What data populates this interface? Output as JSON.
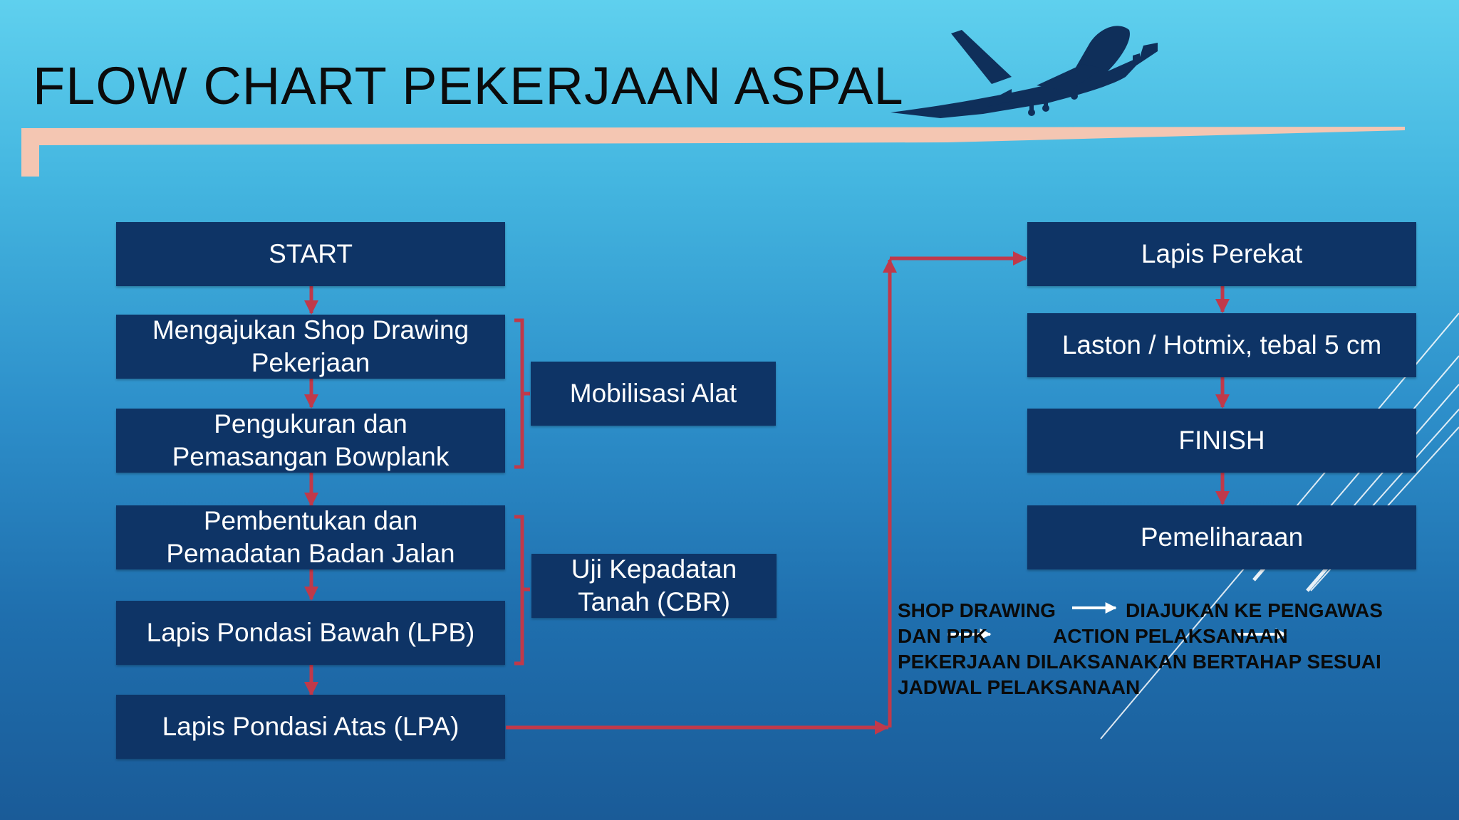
{
  "slide": {
    "title": "FLOW CHART PEKERJAAN ASPAL",
    "accent_color": "#f4c6b2",
    "box_color": "#0e3466",
    "arrow_color": "#c0394a",
    "decoration": "airplane-silhouette"
  },
  "left_column": [
    {
      "id": "start",
      "lines": [
        "START"
      ]
    },
    {
      "id": "shop-drawing",
      "lines": [
        "Mengajukan Shop Drawing",
        "Pekerjaan"
      ]
    },
    {
      "id": "pengukuran",
      "lines": [
        "Pengukuran dan",
        "Pemasangan Bowplank"
      ]
    },
    {
      "id": "pembentukan",
      "lines": [
        "Pembentukan dan",
        "Pemadatan Badan Jalan"
      ]
    },
    {
      "id": "lpb",
      "lines": [
        "Lapis Pondasi Bawah (LPB)"
      ]
    },
    {
      "id": "lpa",
      "lines": [
        "Lapis Pondasi Atas (LPA)"
      ]
    }
  ],
  "side_boxes": [
    {
      "id": "mobilisasi",
      "lines": [
        "Mobilisasi Alat"
      ]
    },
    {
      "id": "uji",
      "lines": [
        "Uji Kepadatan",
        "Tanah (CBR)"
      ]
    }
  ],
  "right_column": [
    {
      "id": "lapis-perekat",
      "lines": [
        "Lapis Perekat"
      ]
    },
    {
      "id": "laston",
      "lines": [
        "Laston / Hotmix, tebal 5 cm"
      ]
    },
    {
      "id": "finish",
      "lines": [
        "FINISH"
      ]
    },
    {
      "id": "pemeliharaan",
      "lines": [
        "Pemeliharaan"
      ]
    }
  ],
  "note": {
    "line1_a": "SHOP DRAWING",
    "line1_b": "DIAJUKAN KE PENGAWAS",
    "line2_a": "DAN PPK",
    "line2_b": "ACTION PELAKSANAAN",
    "line3": "PEKERJAAN DILAKSANAKAN BERTAHAP SESUAI",
    "line4": "JADWAL PELAKSANAAN"
  }
}
